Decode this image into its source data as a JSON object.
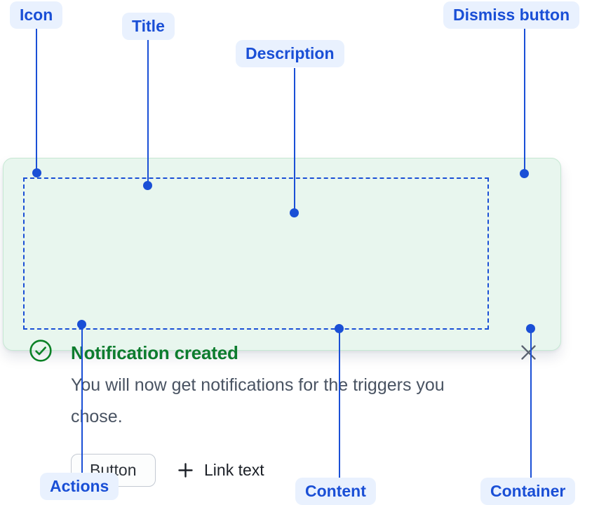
{
  "callouts": {
    "icon": "Icon",
    "title": "Title",
    "description": "Description",
    "dismiss": "Dismiss button",
    "actions": "Actions",
    "content": "Content",
    "container": "Container"
  },
  "flag": {
    "title": "Notification created",
    "description": "You will now get notifications for the triggers you chose.",
    "button_label": "Button",
    "link_label": "Link text",
    "icons": {
      "status": "check-circle-icon",
      "dismiss": "cross-icon",
      "link": "plus-icon"
    }
  },
  "colors": {
    "callout_blue": "#1a4fd6",
    "callout_pill_bg": "#e9f1fe",
    "container_bg": "#e8f6ee",
    "container_border": "#c6e8d3",
    "success_icon_green": "#0a8126",
    "title_green": "#0d7c2e",
    "description_gray": "#495362",
    "dismiss_gray": "#5a6270",
    "dotted_outline_blue": "#1a4fd6"
  }
}
